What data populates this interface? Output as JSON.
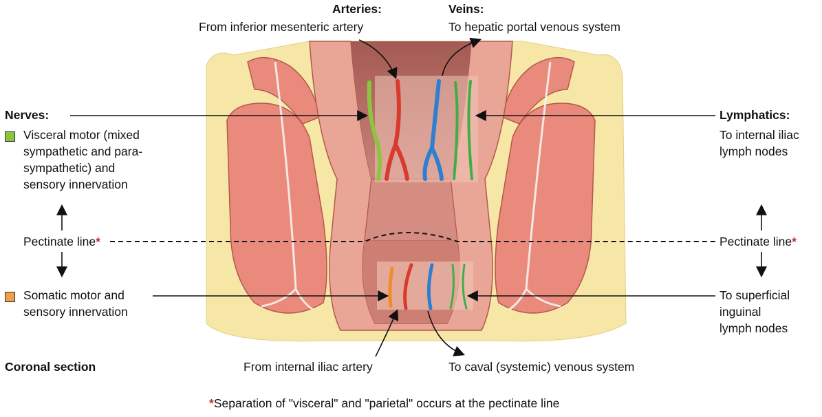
{
  "arteries": {
    "title": "Arteries:",
    "upper": "From inferior mesenteric artery",
    "lower": "From internal iliac artery"
  },
  "veins": {
    "title": "Veins:",
    "upper": "To hepatic portal venous system",
    "lower": "To caval (systemic) venous system"
  },
  "nerves": {
    "title": "Nerves:",
    "visceral": {
      "lines": [
        "Visceral motor (mixed",
        "sympathetic and para-",
        "sympathetic) and",
        "sensory innervation"
      ],
      "color": "#8cc63f"
    },
    "somatic": {
      "lines": [
        "Somatic motor and",
        "sensory innervation"
      ],
      "color": "#f0a04b"
    }
  },
  "lymphatics": {
    "title": "Lymphatics:",
    "upper": [
      "To internal iliac",
      "lymph nodes"
    ],
    "lower": [
      "To superficial",
      "inguinal",
      "lymph nodes"
    ]
  },
  "pectinate": {
    "label": "Pectinate line",
    "marker": "*"
  },
  "section_label": "Coronal section",
  "footnote": {
    "marker": "*",
    "text": "Separation of \"visceral\" and \"parietal\" occurs at the pectinate line"
  },
  "colors": {
    "artery": "#d83a2e",
    "vein": "#2f7fd0",
    "nerve_visceral": "#8cc63f",
    "nerve_somatic": "#f08c2a",
    "lymph": "#3fae49",
    "muscle": "#e98a7c",
    "fat": "#f6e7a6",
    "mucosa": "#c9786a"
  }
}
